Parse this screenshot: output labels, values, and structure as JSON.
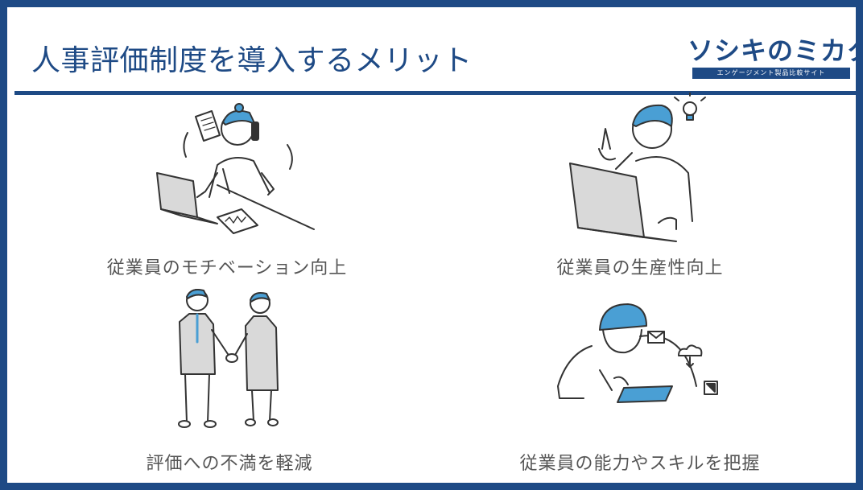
{
  "header": {
    "title": "人事評価制度を導入するメリット"
  },
  "logo": {
    "main": "ソシキのミカタ",
    "sub": "エンゲージメント製品比較サイト"
  },
  "colors": {
    "brand": "#1e4a85",
    "accent": "#4a9fd4",
    "caption": "#555555",
    "line": "#333333"
  },
  "benefits": [
    {
      "label": "従業員のモチベーション向上",
      "icon": "busy-worker-illustration"
    },
    {
      "label": "従業員の生産性向上",
      "icon": "idea-laptop-illustration"
    },
    {
      "label": "評価への不満を軽減",
      "icon": "handshake-illustration"
    },
    {
      "label": "従業員の能力やスキルを把握",
      "icon": "tablet-skills-illustration"
    }
  ]
}
